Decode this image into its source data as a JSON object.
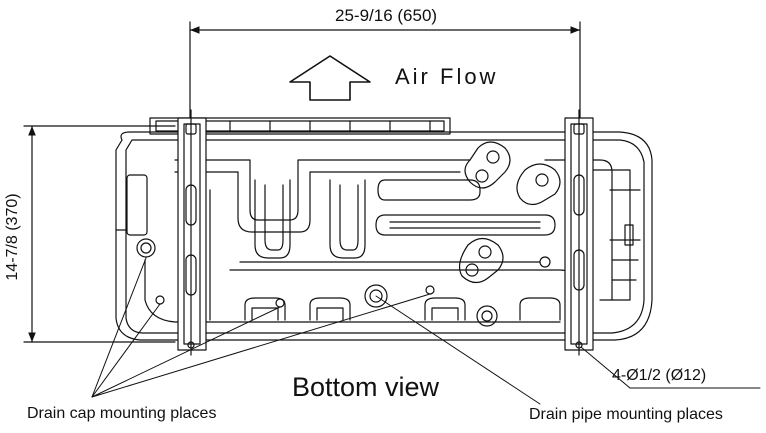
{
  "dimensions": {
    "width_label": "25-9/16 (650)",
    "height_label": "14-7/8 (370)"
  },
  "airflow_label": "Air Flow",
  "view_label": "Bottom view",
  "hole_note": "4-Ø1/2 (Ø12)",
  "callouts": {
    "drain_cap": "Drain cap mounting places",
    "drain_pipe": "Drain pipe mounting places"
  },
  "colors": {
    "line": "#111111",
    "background": "#ffffff"
  }
}
